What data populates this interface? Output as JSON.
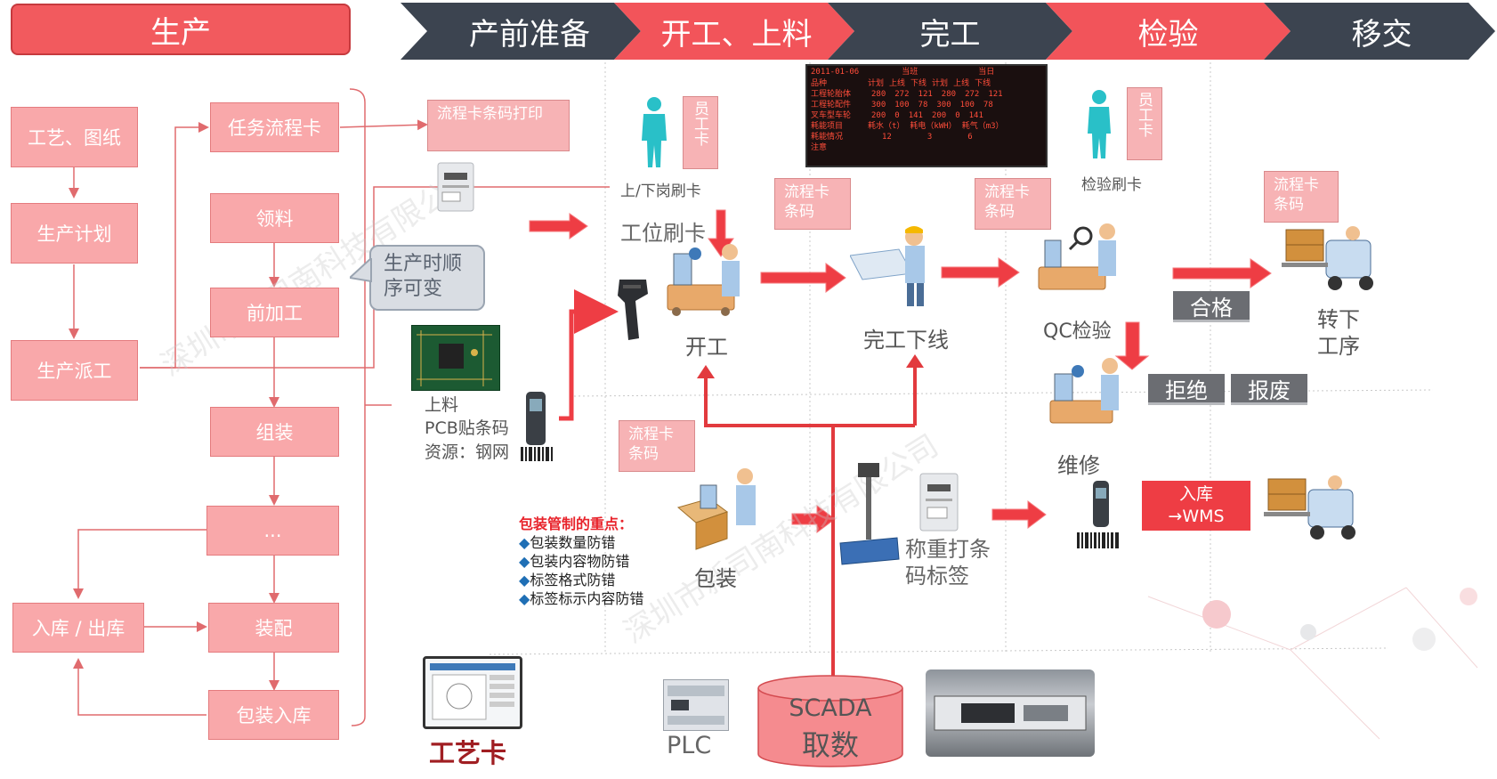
{
  "header": {
    "production_label": "生产",
    "stages": [
      "产前准备",
      "开工、上料",
      "完工",
      "检验",
      "移交"
    ]
  },
  "left_flow": {
    "process_drawings": "工艺、图纸",
    "production_plan": "生产计划",
    "dispatch": "生产派工",
    "task_card": "任务流程卡",
    "material_pick": "领料",
    "pre_process": "前加工",
    "assembly": "组装",
    "ellipsis": "...",
    "inout_stock": "入库 / 出库",
    "fitting": "装配",
    "pack_stock": "包装入库"
  },
  "callout": "生产时顺序可变",
  "prep": {
    "flow_card_print": "流程卡条码打印",
    "loading": "上料",
    "pcb_barcode": "PCB贴条码",
    "resource": "资源：钢网"
  },
  "start": {
    "employee_card": "员工卡",
    "shift_swipe": "上/下岗刷卡",
    "station_swipe": "工位刷卡",
    "start_label": "开工",
    "flow_card_barcode": "流程卡条码"
  },
  "board": {
    "date": "2011-01-06",
    "headers": [
      "品种",
      "当班",
      "当日"
    ],
    "subheaders": [
      "计划",
      "上线",
      "下线",
      "计划",
      "上线",
      "下线"
    ],
    "rows": [
      [
        "工程轮胎体",
        "280",
        "272",
        "121",
        "280",
        "272",
        "121"
      ],
      [
        "工程轮配件",
        "300",
        "100",
        "78",
        "300",
        "100",
        "78"
      ],
      [
        "叉车型车轮",
        "200",
        "0",
        "141",
        "200",
        "0",
        "141"
      ]
    ],
    "energy_label": "耗能项目",
    "energy_items": [
      "耗水（t）",
      "耗电（kWH）",
      "耗气（m3）"
    ],
    "energy_status": "耗能情况",
    "energy_values": [
      "12",
      "3",
      "6"
    ],
    "note": "注意"
  },
  "finish": {
    "flow_card_barcode": "流程卡条码",
    "finish_offline": "完工下线"
  },
  "inspect": {
    "employee_card": "员工卡",
    "inspect_swipe": "检验刷卡",
    "flow_card_barcode": "流程卡条码",
    "qc": "QC检验",
    "pass": "合格",
    "reject": "拒绝",
    "scrap": "报废",
    "repair": "维修"
  },
  "transfer": {
    "flow_card_barcode": "流程卡条码",
    "next_process": "转下工序",
    "to_wms": "入库→WMS"
  },
  "packing": {
    "flow_card_barcode": "流程卡条码",
    "key_points_title": "包装管制的重点：",
    "key_points": [
      "包装数量防错",
      "包装内容物防错",
      "标签格式防错",
      "标签标示内容防错"
    ],
    "pack": "包装",
    "weigh_print": "称重打条码标签"
  },
  "bottom": {
    "process_card": "工艺卡",
    "plc": "PLC",
    "scada_line1": "SCADA",
    "scada_line2": "取数"
  },
  "watermark": "深圳市新司南科技有限公司",
  "colors": {
    "primary_red": "#f25a5e",
    "pink_box": "#f9a8aa",
    "header_gray": "#3c4450",
    "arrow_red": "#ee3d44",
    "dark_gray": "#6b6d72"
  }
}
